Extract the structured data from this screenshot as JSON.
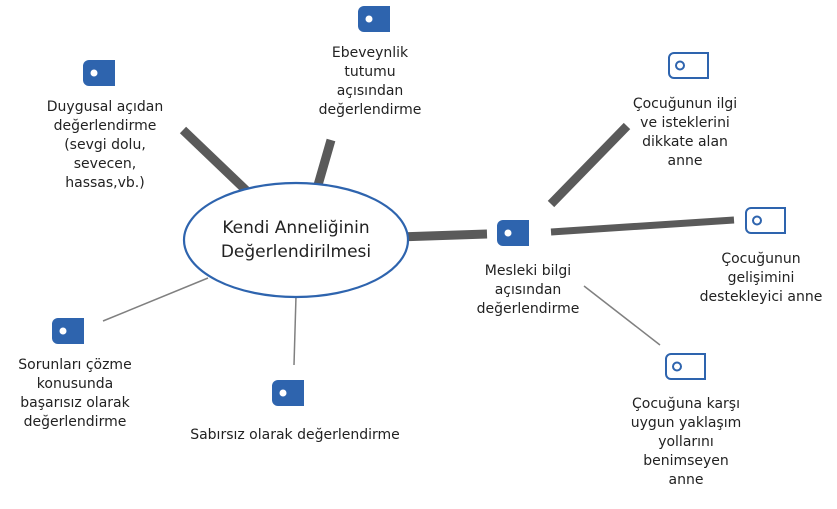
{
  "center": {
    "text": "Kendi Anneliğinin\nDeğerlendirilmesi"
  },
  "nodes": {
    "emotional": {
      "text": "Duygusal açıdan\ndeğerlendirme\n(sevgi dolu,\nsevecen,\nhassas,vb.)"
    },
    "parental": {
      "text": "Ebeveynlik\ntutumu\naçısından\ndeğerlendirme"
    },
    "professional": {
      "text": "Mesleki bilgi\naçısından\ndeğerlendirme"
    },
    "problems": {
      "text": "Sorunları çözme\nkonusunda\nbaşarısız olarak\ndeğerlendirme"
    },
    "impatient": {
      "text": "Sabırsız olarak değerlendirme"
    },
    "interests": {
      "text": "Çocuğunun ilgi\nve isteklerini\ndikkate alan\nanne"
    },
    "development": {
      "text": "Çocuğunun\ngelişimini\ndestekleyici anne"
    },
    "approach": {
      "text": "Çocuğuna karşı\nuygun yaklaşım\nyollarını\nbenimseyen\nanne"
    }
  },
  "colors": {
    "tag_fill": "#2e64ae",
    "tag_outline": "#2e64ae",
    "thick_connector": "#5a5a5a",
    "thin_connector": "#808080",
    "ellipse_border": "#2e64ae"
  },
  "icons": {
    "filled": "tag-filled-icon",
    "outline": "tag-outline-icon"
  }
}
